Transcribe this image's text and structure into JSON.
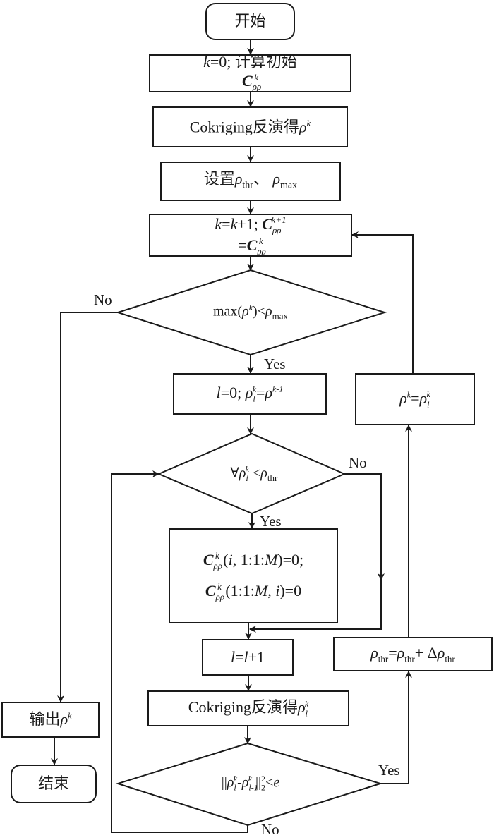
{
  "flowchart": {
    "start": "开始",
    "init": "k=0; 计算初始C_ρρ^k",
    "cokriging_initial": "Cokriging反演得ρ^k",
    "set_thresholds": "设置ρ_thr、ρ_max",
    "increment_k": "k=k+1; C_ρρ^(k+1) = C_ρρ^k",
    "decision_max": "max(ρ^k)<ρ_max",
    "init_l": "l=0; ρ_l^k=ρ^(k-1)",
    "decision_threshold": "∀ρ_i^k <ρ_thr",
    "zero_covariance_line1": "C_ρρ^k (i, 1:1:M)=0;",
    "zero_covariance_line2": "C_ρρ^k (1:1:M, i)=0",
    "increment_l": "l=l+1",
    "cokriging_l": "Cokriging反演得ρ_l^k",
    "decision_converge": "||ρ_l^k−ρ_(l-1)^k||_2^2<e",
    "update_threshold": "ρ_thr=ρ_thr+ Δρ_thr",
    "assign_rho": "ρ^k=ρ_l^k",
    "output": "输出ρ^k",
    "end": "结束"
  },
  "edge_labels": {
    "max_no": "No",
    "max_yes": "Yes",
    "threshold_no": "No",
    "threshold_yes": "Yes",
    "converge_yes": "Yes",
    "converge_no": "No"
  }
}
